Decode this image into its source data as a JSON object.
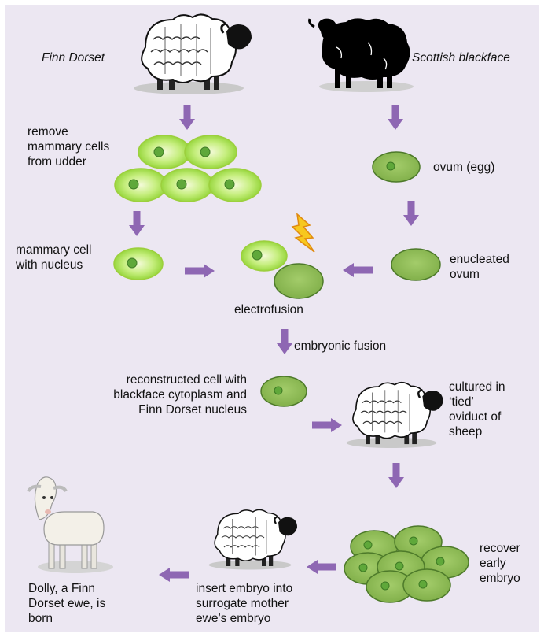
{
  "labels": {
    "finn_dorset": "Finn Dorset",
    "scottish_blackface": "Scottish blackface",
    "remove_mammary": "remove\nmammary cells\nfrom udder",
    "ovum_egg": "ovum (egg)",
    "mammary_nucleus": "mammary cell\nwith nucleus",
    "enucleated": "enucleated\novum",
    "electrofusion": "electrofusion",
    "embryonic_fusion": "embryonic fusion",
    "reconstructed": "reconstructed cell with\nblackface cytoplasm and\nFinn Dorset nucleus",
    "cultured": "cultured in\n‘tied’\noviduct of\nsheep",
    "recover": "recover\nearly\nembryo",
    "insert": "insert embryo into\nsurrogate mother\newe’s embryo",
    "dolly": "Dolly, a Finn\nDorset ewe, is\nborn"
  },
  "colors": {
    "background": "#ece7f2",
    "arrow": "#8e67b3",
    "mammary_cell": "#b9e86a",
    "ovum": "#8cbb55",
    "nucleus": "#5fa83a",
    "lightning": "#f7c81e"
  },
  "icons": [
    "finn-dorset-sheep-icon",
    "blackface-sheep-icon",
    "oviduct-sheep-icon",
    "surrogate-sheep-icon",
    "lamb-icon",
    "lightning-icon"
  ]
}
